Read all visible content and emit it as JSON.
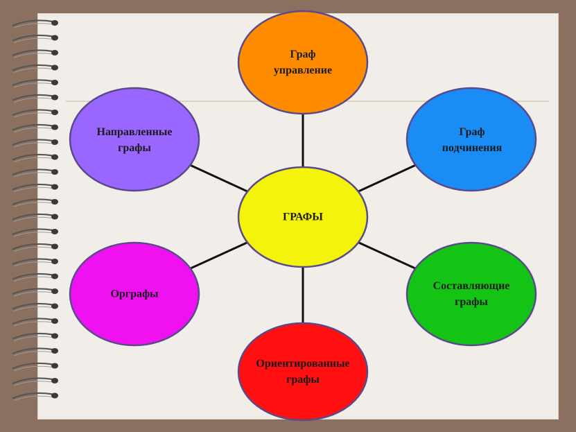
{
  "diagram": {
    "center": {
      "label": "ГРАФЫ",
      "color": "#f4f40a"
    },
    "nodes": [
      {
        "id": "control",
        "label": "Граф\nуправление",
        "color": "#ff8c00"
      },
      {
        "id": "subordination",
        "label": "Граф\nподчинения",
        "color": "#1a8cf5"
      },
      {
        "id": "components",
        "label": "Составляющие\nграфы",
        "color": "#14c414"
      },
      {
        "id": "oriented",
        "label": "Ориентированные\nграфы",
        "color": "#ff0f0f"
      },
      {
        "id": "orgraphs",
        "label": "Орграфы",
        "color": "#f011f0"
      },
      {
        "id": "directed",
        "label": "Направленные\nграфы",
        "color": "#9966ff"
      }
    ],
    "edge_color": "#111111",
    "outline_color": "#5a4a8a"
  },
  "colors": {
    "background": "#8c705f",
    "paper": "#f1eee9",
    "spiral": "#555555"
  }
}
